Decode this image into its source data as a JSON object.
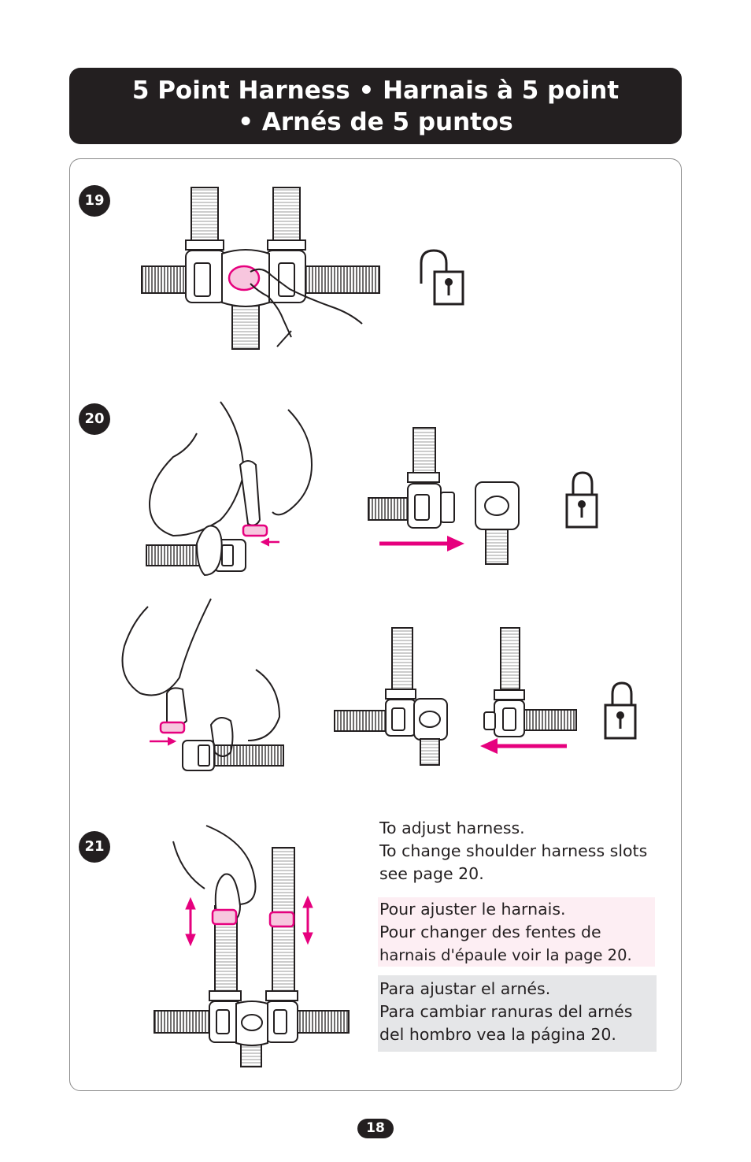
{
  "header": {
    "title_line1": "5 Point Harness • Harnais à 5 point",
    "title_line2": "• Arnés de 5 puntos"
  },
  "steps": {
    "step19": "19",
    "step20": "20",
    "step21": "21"
  },
  "instructions": {
    "en": [
      "To adjust harness.",
      "To change shoulder harness slots",
      "see page 20."
    ],
    "fr": [
      "Pour ajuster le harnais.",
      "Pour changer des fentes de",
      "harnais d'épaule voir la page 20."
    ],
    "es": [
      "Para ajustar el arnés.",
      "Para cambiar ranuras del arnés",
      "del hombro vea la página 20."
    ]
  },
  "page_number": "18",
  "colors": {
    "accent_pink": "#e6007e",
    "dark": "#231f20",
    "fr_bg": "#fdeef3",
    "es_bg": "#e5e6e8"
  },
  "icons": [
    "unlocked-padlock-icon",
    "locked-padlock-icon",
    "arrow-right-icon",
    "arrow-left-icon",
    "double-arrow-vertical-icon"
  ]
}
